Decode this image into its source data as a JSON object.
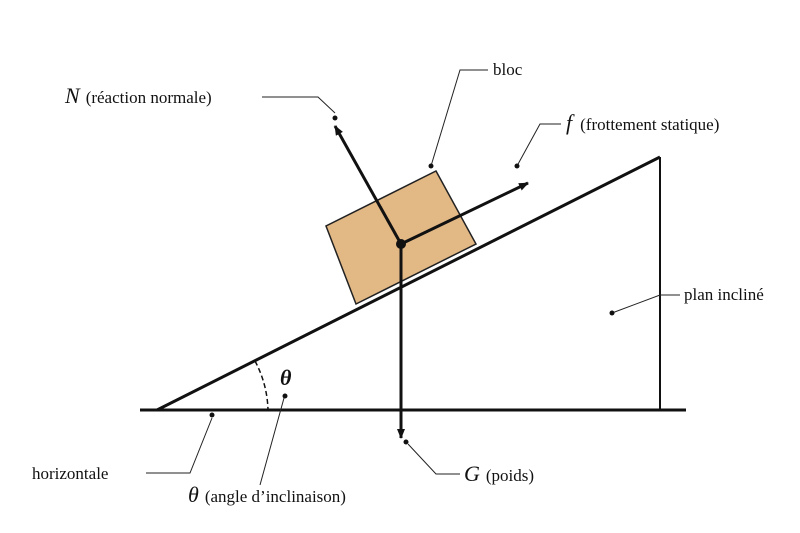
{
  "colors": {
    "block_fill": "#E2B885",
    "block_stroke": "#222222",
    "ink": "#111111"
  },
  "labels": {
    "normal_symbol": "N",
    "normal_text": "(réaction normale)",
    "block": "bloc",
    "friction_symbol": "f",
    "friction_text": "(frottement statique)",
    "incline": "plan incliné",
    "angle_mark": "θ",
    "horizontal": "horizontale",
    "angle_symbol": "θ",
    "angle_text": "(angle d’inclinaison)",
    "weight_symbol": "G",
    "weight_text": "(poids)"
  }
}
